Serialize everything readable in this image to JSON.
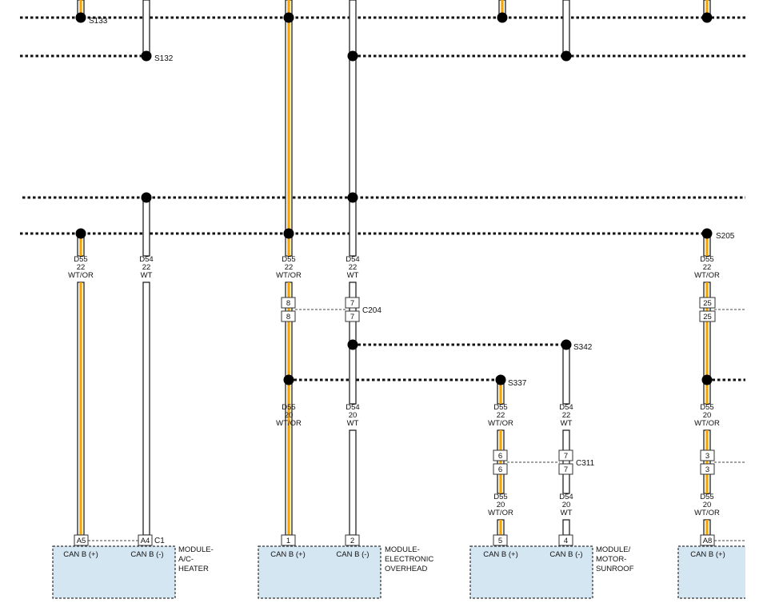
{
  "splices": {
    "s133": "S133",
    "s132": "S132",
    "s205": "S205",
    "s342": "S342",
    "s337": "S337"
  },
  "connectors": {
    "c204": "C204",
    "c311": "C311",
    "c1": "C1"
  },
  "wires": {
    "w1": [
      "D55",
      "22",
      "WT/OR"
    ],
    "w2": [
      "D54",
      "22",
      "WT"
    ],
    "w3": [
      "D55",
      "22",
      "WT/OR"
    ],
    "w4": [
      "D54",
      "22",
      "WT"
    ],
    "w5": [
      "D55",
      "20",
      "WT/OR"
    ],
    "w6": [
      "D54",
      "20",
      "WT"
    ],
    "w7": [
      "D55",
      "22",
      "WT/OR"
    ],
    "w8": [
      "D54",
      "22",
      "WT"
    ],
    "w9": [
      "D55",
      "20",
      "WT/OR"
    ],
    "w10": [
      "D54",
      "20",
      "WT"
    ],
    "w11": [
      "D55",
      "22",
      "WT/OR"
    ],
    "w12": [
      "D55",
      "20",
      "WT/OR"
    ],
    "w13": [
      "D55",
      "20",
      "WT/OR"
    ]
  },
  "pins": {
    "p8a": "8",
    "p8b": "8",
    "p7a": "7",
    "p7b": "7",
    "p6a": "6",
    "p6b": "6",
    "p7c": "7",
    "p7d": "7",
    "p25a": "25",
    "p25b": "25",
    "p3a": "3",
    "p3b": "3",
    "a5": "A5",
    "a4": "A4",
    "m1": "1",
    "m2": "2",
    "m5": "5",
    "m4": "4",
    "a8": "A8"
  },
  "modules": {
    "ac_heater": {
      "plus": "CAN B (+)",
      "minus": "CAN B (-)",
      "name": [
        "MODULE-",
        "A/C-",
        "HEATER"
      ]
    },
    "overhead": {
      "plus": "CAN B (+)",
      "minus": "CAN B (-)",
      "name": [
        "MODULE-",
        "ELECTRONIC",
        "OVERHEAD"
      ]
    },
    "sunroof": {
      "plus": "CAN B (+)",
      "minus": "CAN B (-)",
      "name": [
        "MODULE/",
        "MOTOR-",
        "SUNROOF"
      ]
    },
    "right": {
      "plus": "CAN B (+)"
    }
  },
  "colors": {
    "orange": "#f5a400",
    "wire_outline": "#222222",
    "module_fill": "#d5e6f3",
    "module_border": "#333333"
  }
}
